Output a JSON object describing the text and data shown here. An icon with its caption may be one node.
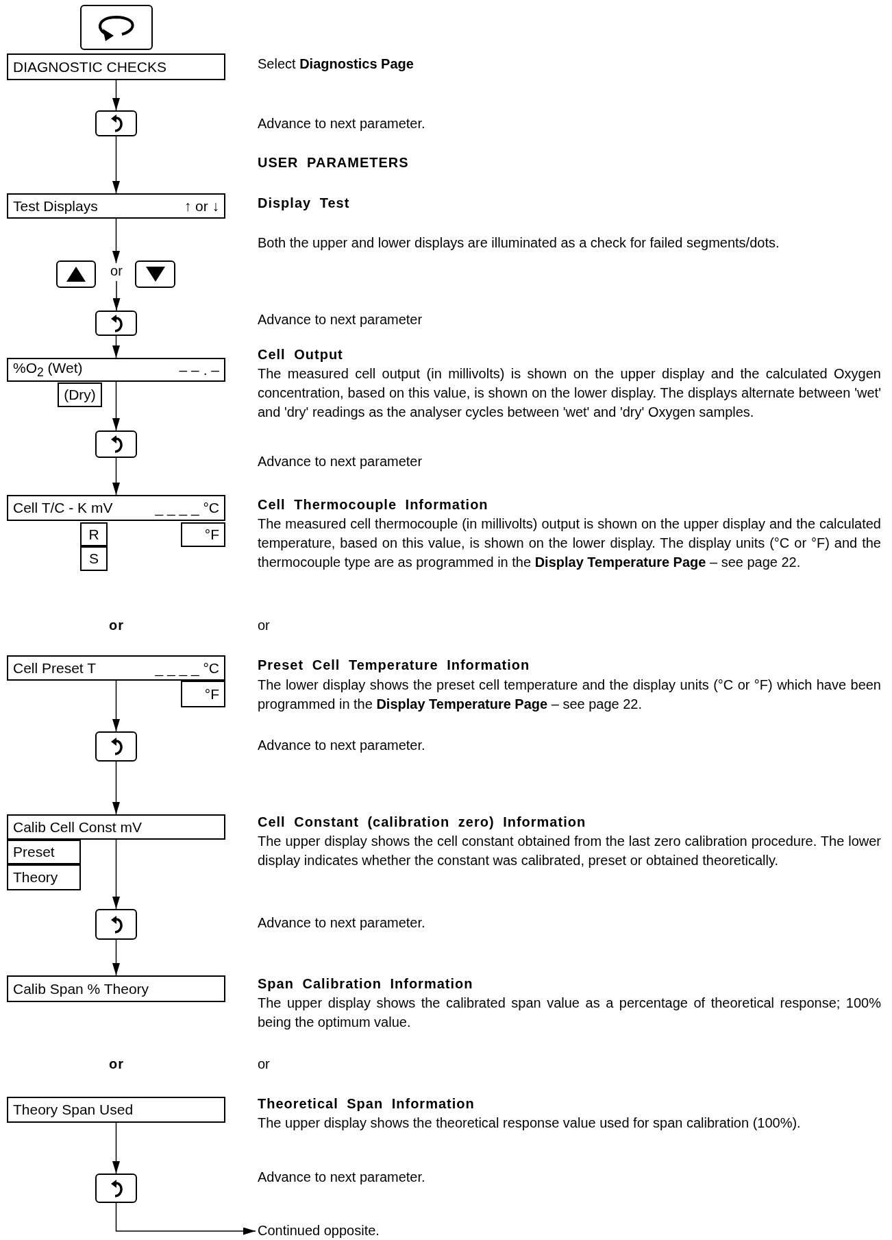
{
  "diagram": {
    "nodes": [
      {
        "text": [],
        "shape": "box"
      },
      {
        "text": [
          "DIAGNOSTIC CHECKS"
        ]
      },
      {
        "text": [],
        "shape": "box"
      },
      {
        "text": [
          "Test Displays",
          "↑ or ↓"
        ]
      },
      {
        "text": [],
        "shape": "box"
      },
      {
        "text": [
          "or"
        ]
      },
      {
        "text": [],
        "shape": "box"
      },
      {
        "text": [],
        "shape": "box"
      },
      {
        "text": [
          "%O$_{2}$ (Wet)",
          "– – . –"
        ]
      },
      {
        "text": [
          "(Dry)"
        ]
      },
      {
        "text": [],
        "shape": "box"
      },
      {
        "text": [
          "Cell T/C - K mV",
          "_ _ _ _ °C"
        ]
      },
      {
        "text": [
          "R"
        ]
      },
      {
        "text": [
          "S"
        ]
      },
      {
        "text": [
          "°F"
        ]
      },
      {
        "text": [
          "Cell Preset T",
          "_ _ _ _ °C"
        ]
      },
      {
        "text": [
          "°F"
        ]
      },
      {
        "text": [],
        "shape": "box"
      },
      {
        "text": [
          "Calib Cell Const mV"
        ]
      },
      {
        "text": [
          "Preset"
        ]
      },
      {
        "text": [
          "Theory"
        ]
      },
      {
        "text": [],
        "shape": "box"
      },
      {
        "text": [
          "Calib Span % Theory"
        ]
      },
      {
        "text": [
          "Theory Span Used"
        ]
      },
      {
        "text": [],
        "shape": "box"
      },
      {
        "text": [
          "Continued opposite."
        ]
      }
    ],
    "edges": [
      {
        "from": 1,
        "to": 2,
        "arrow": "to"
      },
      {
        "from": 2,
        "to": 3,
        "arrow": "to"
      },
      {
        "from": 3,
        "to": 5,
        "arrow": "to"
      },
      {
        "from": 5,
        "to": 7,
        "arrow": "to"
      },
      {
        "from": 7,
        "to": 8,
        "arrow": "to"
      },
      {
        "from": 8,
        "to": 10,
        "arrow": "to"
      },
      {
        "from": 10,
        "to": 11,
        "arrow": "to"
      },
      {
        "from": 15,
        "to": 17,
        "arrow": "to"
      },
      {
        "from": 17,
        "to": 18,
        "arrow": "to"
      },
      {
        "from": 18,
        "to": 21,
        "arrow": "to"
      },
      {
        "from": 21,
        "to": 22,
        "arrow": "to"
      },
      {
        "from": 23,
        "to": 24,
        "arrow": "to"
      },
      {
        "from": 24,
        "to": 25,
        "arrow": "to"
      }
    ],
    "labels": [
      "Select **Diagnostics Page**",
      "Advance to next parameter.",
      "USER PARAMETERS",
      "Display Test",
      "Both the upper and lower displays are illuminated as a check for failed segments/dots.",
      "Advance to next parameter",
      "Cell Output",
      "The measured cell output (in millivolts) is shown on the upper display and the calculated Oxygen concentration, based on this value, is shown on the lower display. The displays alternate between 'wet' and 'dry' readings as the analyser cycles between 'wet' and 'dry' Oxygen samples.",
      "Advance to next parameter",
      "Cell Thermocouple Information",
      "The measured cell thermocouple (in millivolts) output is shown on the upper display and the calculated temperature, based on this value, is shown on the lower display. The display units (°C or °F) and the thermocouple type are as programmed in the **Display Temperature Page** – see page 22.",
      "or",
      "or",
      "Preset Cell Temperature Information",
      "The lower display shows the preset cell temperature and the display units (°C or °F) which have been programmed in the **Display Temperature Page** – see page 22.",
      "Advance to next parameter.",
      "Cell Constant (calibration zero) Information",
      "The upper display shows the cell constant obtained from the last zero calibration procedure. The lower display indicates whether the constant was calibrated, preset or obtained theoretically.",
      "Advance to next parameter.",
      "Span Calibration Information",
      "The upper display shows the calibrated span value as a percentage of theoretical response; 100% being the optimum value.",
      "or",
      "or",
      "Theoretical Span Information",
      "The upper display shows the theoretical response value used for span calibration (100%).",
      "Advance to next parameter."
    ]
  }
}
